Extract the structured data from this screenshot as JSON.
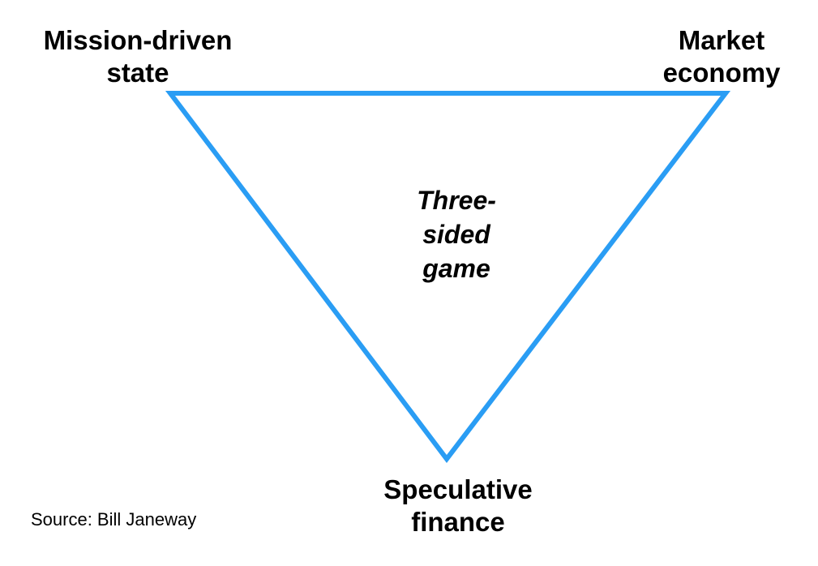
{
  "diagram": {
    "stroke_color": "#2a9df4",
    "vertices": {
      "top_left": [
        "Mission-driven",
        "state"
      ],
      "top_right": [
        "Market",
        "economy"
      ],
      "bottom": [
        "Speculative",
        "finance"
      ]
    },
    "center": [
      "Three-",
      "sided",
      "game"
    ],
    "source": "Source: Bill Janeway"
  }
}
